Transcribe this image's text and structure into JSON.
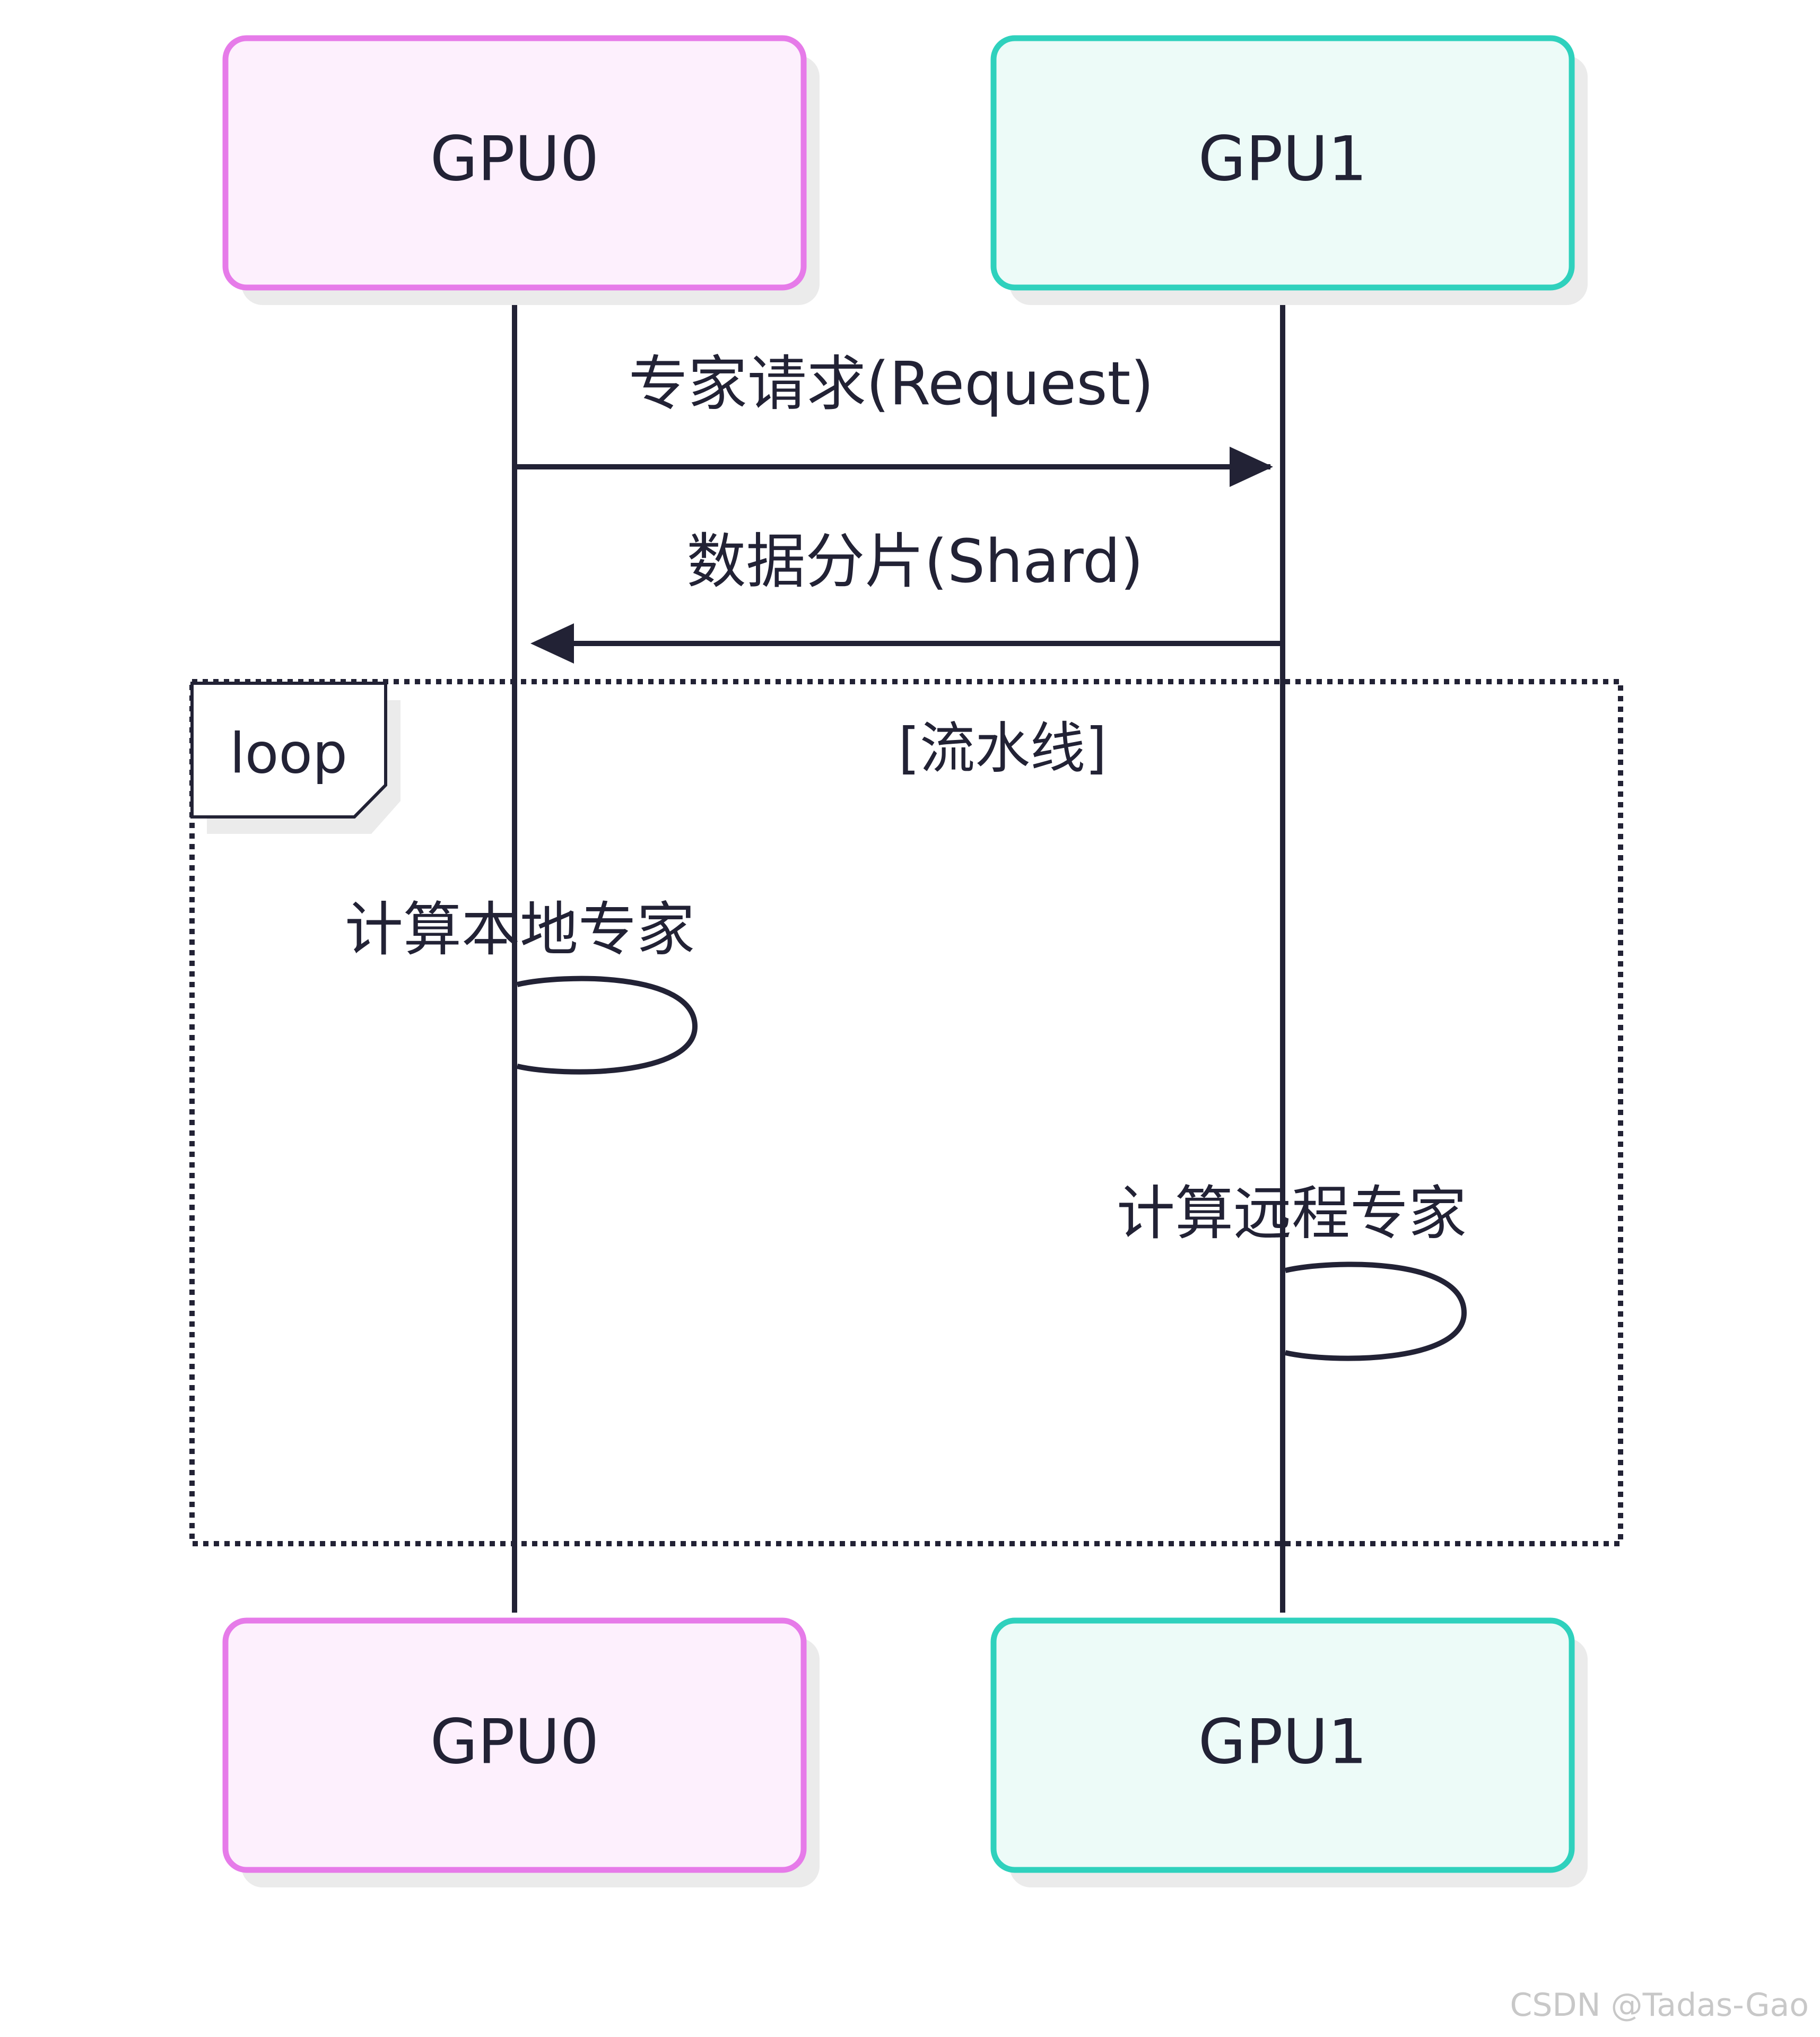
{
  "colors": {
    "gpu0_border": "#e67be9",
    "gpu0_fill": "#fdf0fd",
    "gpu1_border": "#2fd1bd",
    "gpu1_fill": "#edfbf8",
    "line": "#222235",
    "shadow": "#ebebeb",
    "watermark": "#c8c8c8"
  },
  "participants": {
    "gpu0": {
      "label": "GPU0"
    },
    "gpu1": {
      "label": "GPU1"
    }
  },
  "messages": [
    {
      "from": "GPU0",
      "to": "GPU1",
      "label": "专家请求(Request)",
      "arrow": "solid"
    },
    {
      "from": "GPU1",
      "to": "GPU0",
      "label": "数据分片(Shard)",
      "arrow": "solid"
    }
  ],
  "loop": {
    "keyword": "loop",
    "condition": "[流水线]",
    "self_calls": [
      {
        "on": "GPU0",
        "label": "计算本地专家"
      },
      {
        "on": "GPU1",
        "label": "计算远程专家"
      }
    ]
  },
  "watermark": "CSDN @Tadas-Gao"
}
